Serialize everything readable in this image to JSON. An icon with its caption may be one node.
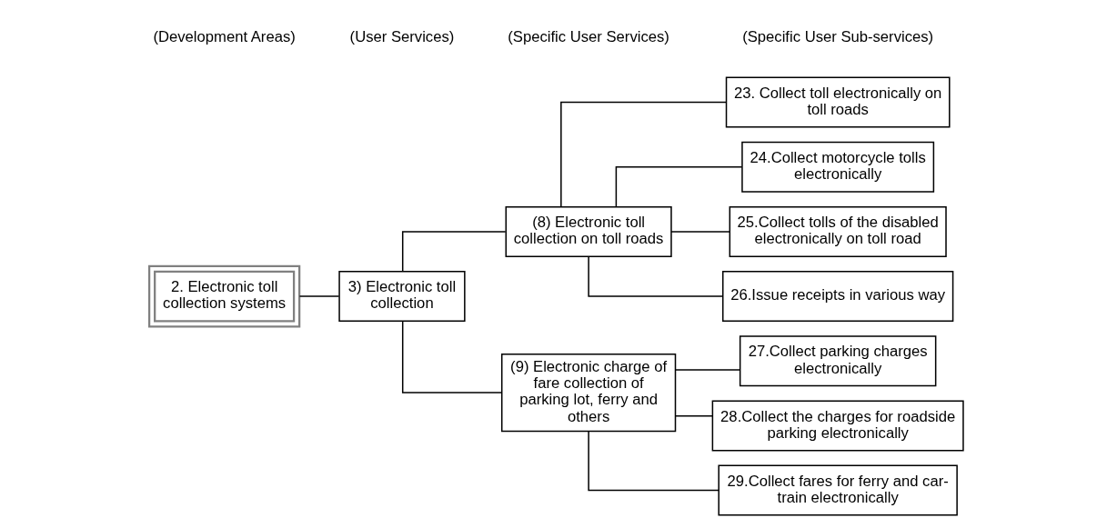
{
  "diagram": {
    "nodes": [
      {
        "text": [
          "2. Electronic toll collection systems"
        ]
      },
      {
        "text": [
          "3) Electronic toll collection"
        ]
      },
      {
        "text": [
          "(8) Electronic toll collection on toll roads"
        ]
      },
      {
        "text": [
          "23. Collect toll electronically on toll roads"
        ]
      },
      {
        "text": [
          "24.Collect motorcycle tolls electronically"
        ]
      },
      {
        "text": [
          "25.Collect tolls of the disabled electronically on toll road"
        ]
      },
      {
        "text": [
          "26.Issue receipts in various way"
        ]
      },
      {
        "text": [
          "(9) Electronic charge of fare collection of parking lot, ferry and others"
        ]
      },
      {
        "text": [
          "27.Collect parking charges electronically"
        ]
      },
      {
        "text": [
          "28.Collect the charges for roadside parking electronically"
        ]
      },
      {
        "text": [
          "29.Collect fares for ferry and car-train electronically"
        ]
      }
    ],
    "edges": [
      {
        "from": 0,
        "to": 1,
        "arrow": "none"
      },
      {
        "from": 1,
        "to": 2,
        "arrow": "none"
      },
      {
        "from": 1,
        "to": 7,
        "arrow": "none"
      },
      {
        "from": 2,
        "to": 3,
        "arrow": "none"
      },
      {
        "from": 2,
        "to": 4,
        "arrow": "none"
      },
      {
        "from": 2,
        "to": 5,
        "arrow": "none"
      },
      {
        "from": 2,
        "to": 6,
        "arrow": "none"
      },
      {
        "from": 7,
        "to": 8,
        "arrow": "none"
      },
      {
        "from": 7,
        "to": 9,
        "arrow": "none"
      },
      {
        "from": 7,
        "to": 10,
        "arrow": "none"
      }
    ],
    "labels": [
      "(Development Areas)",
      "(User Services)",
      "(Specific User Services)",
      "(Specific User Sub-services)"
    ]
  }
}
